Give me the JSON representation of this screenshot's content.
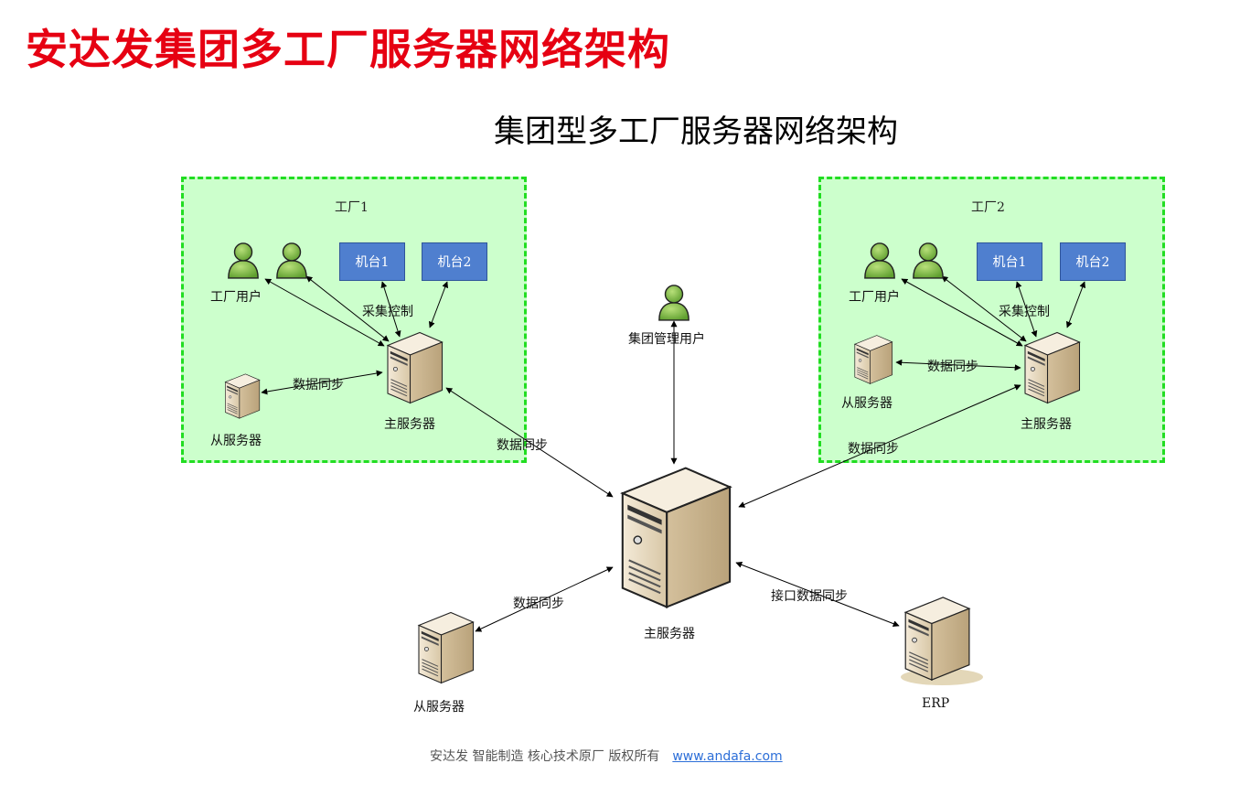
{
  "page_title": "安达发集团多工厂服务器网络架构",
  "diagram_title": "集团型多工厂服务器网络架构",
  "factory1": {
    "title": "工厂1",
    "users_label": "工厂用户",
    "machine1": "机台1",
    "machine2": "机台2",
    "collect_label": "采集控制",
    "sync_label": "数据同步",
    "main_server_label": "主服务器",
    "slave_server_label": "从服务器"
  },
  "factory2": {
    "title": "工厂2",
    "users_label": "工厂用户",
    "machine1": "机台1",
    "machine2": "机台2",
    "collect_label": "采集控制",
    "sync_label": "数据同步",
    "main_server_label": "主服务器",
    "slave_server_label": "从服务器"
  },
  "group_admin_label": "集团管理用户",
  "central": {
    "main_server_label": "主服务器",
    "slave_server_label": "从服务器",
    "erp_label": "ERP",
    "sync_factory1": "数据同步",
    "sync_factory2": "数据同步",
    "sync_slave": "数据同步",
    "sync_erp": "接口数据同步"
  },
  "footer": {
    "text": "安达发   智能制造 核心技术原厂   版权所有",
    "url": "www.andafa.com"
  },
  "colors": {
    "title_red": "#e60012",
    "zone_fill": "#ccffcc",
    "zone_border": "#22dd22",
    "machine_blue": "#4f7fcf",
    "user_green": "#7fbf3f"
  }
}
